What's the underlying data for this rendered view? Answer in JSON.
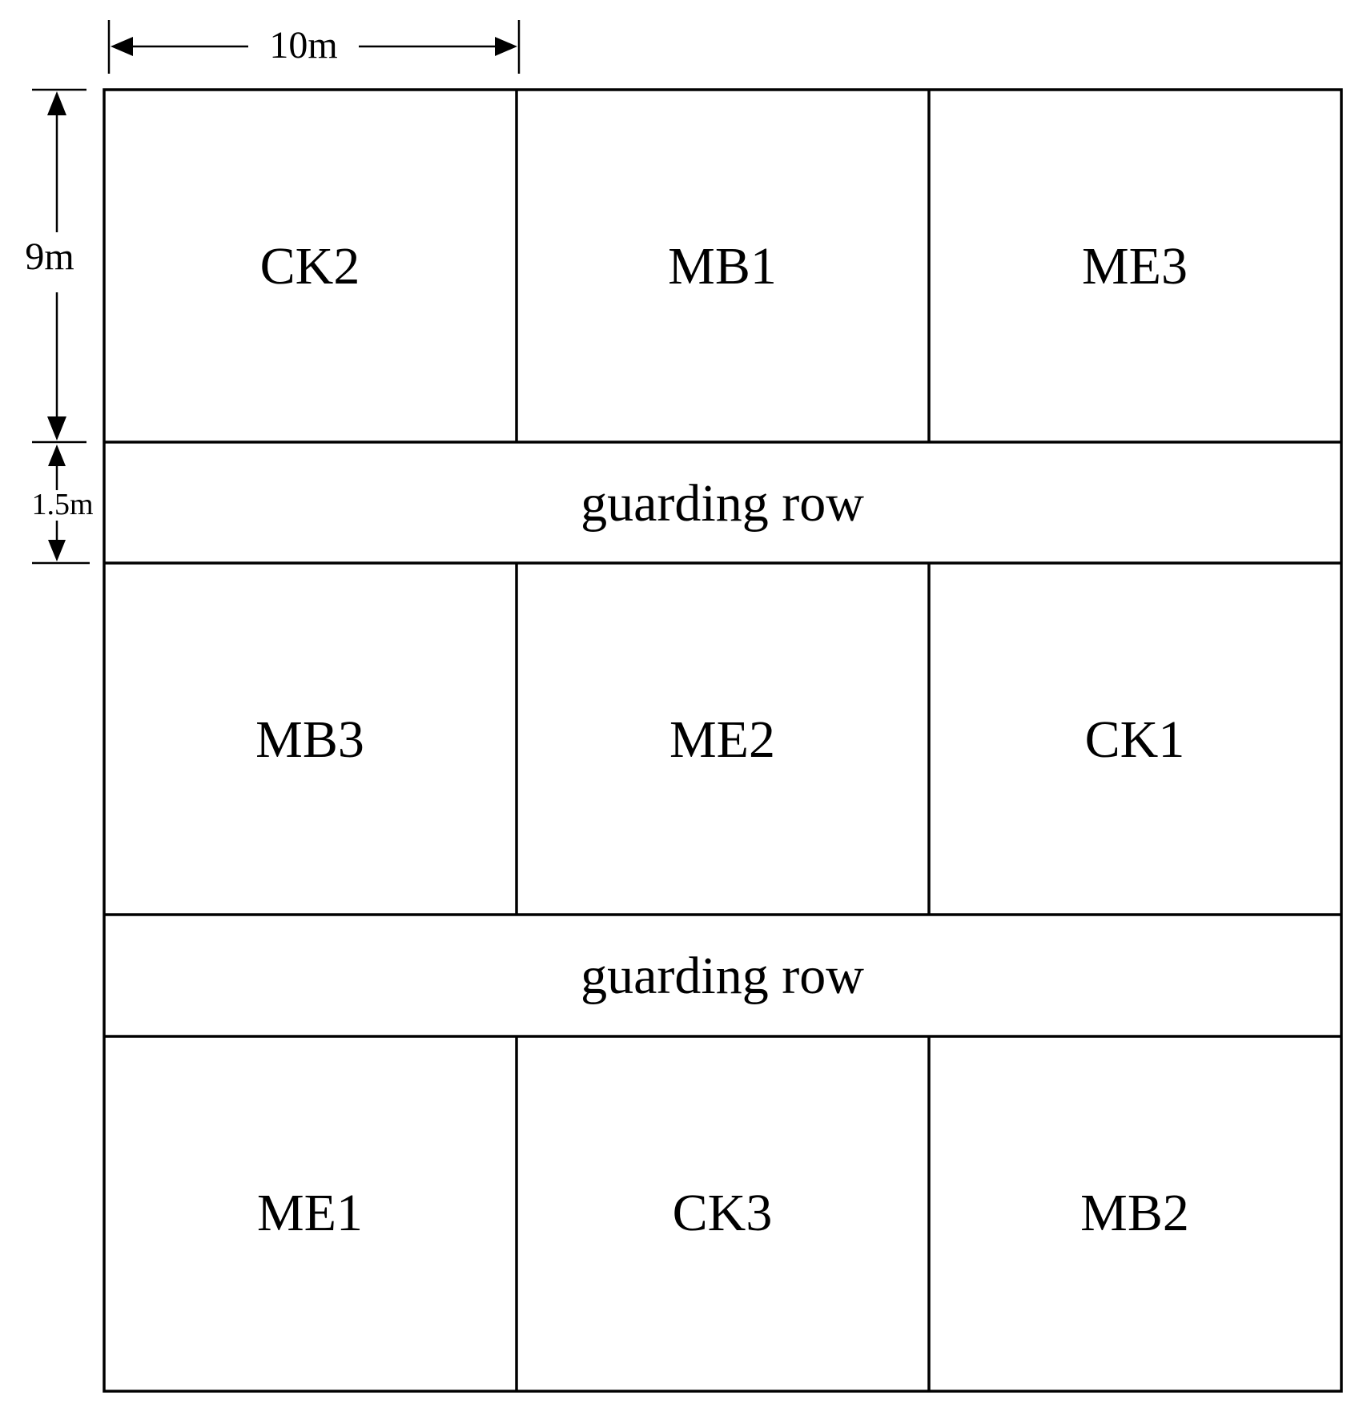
{
  "dimensions": {
    "width_label": "10m",
    "plot_height_label": "9m",
    "row_height_label": "1.5m"
  },
  "blocks": [
    {
      "cells": [
        "CK2",
        "MB1",
        "ME3"
      ]
    },
    {
      "cells": [
        "MB3",
        "ME2",
        "CK1"
      ]
    },
    {
      "cells": [
        "ME1",
        "CK3",
        "MB2"
      ]
    }
  ],
  "guarding_rows": [
    "guarding row",
    "guarding row"
  ]
}
